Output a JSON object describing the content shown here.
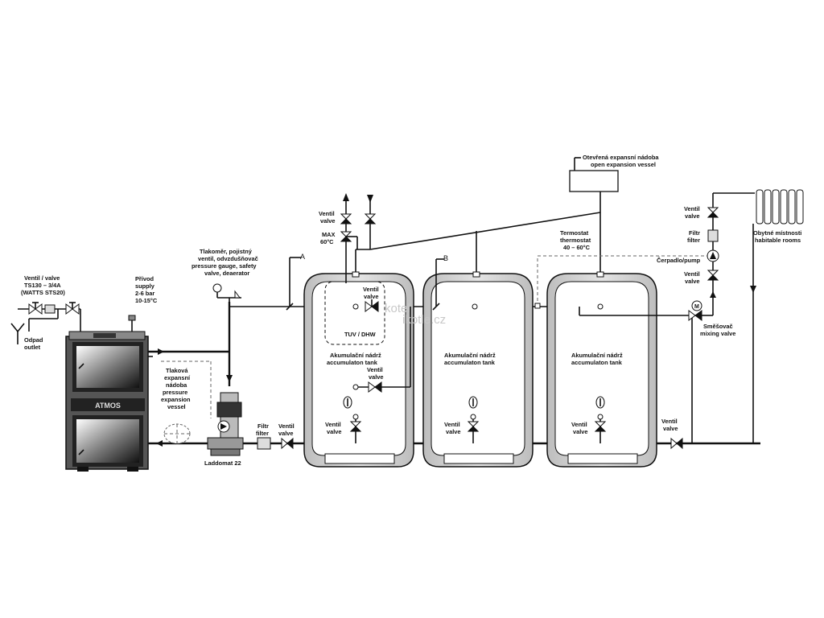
{
  "boiler": {
    "brand": "ATMOS"
  },
  "labels": {
    "ventil_ts130": [
      "Ventil / valve",
      "TS130 – 3/4A",
      "(WATTS STS20)"
    ],
    "odpad": [
      "Odpad",
      "outlet"
    ],
    "privod": [
      "Přívod",
      "supply",
      "2-6 bar",
      "10-15°C"
    ],
    "tlakomer": [
      "Tlakoměr, pojistný",
      "ventil, odvzdušňovač",
      "pressure gauge, safety",
      "valve, deaerator"
    ],
    "point_a": "A",
    "point_b": "B",
    "ventil_top": [
      "Ventil",
      "valve"
    ],
    "max60": [
      "MAX",
      "60°C"
    ],
    "dhw_valve": [
      "Ventil",
      "valve"
    ],
    "tuv": "TUV / DHW",
    "tank1": [
      "Akumulační nádrž",
      "accumulaton tank"
    ],
    "tank2": [
      "Akumulační nádrž",
      "accumulaton tank"
    ],
    "tank3": [
      "Akumulační nádrž",
      "accumulaton tank"
    ],
    "ventil_tank1_mid": [
      "Ventil",
      "valve"
    ],
    "ventil_tank1_bottom": [
      "Ventil",
      "valve"
    ],
    "ventil_tank2_bottom": [
      "Ventil",
      "valve"
    ],
    "ventil_tank3_bottom": [
      "Ventil",
      "valve"
    ],
    "expansion_open": [
      "Otevřená expansní nádoba",
      "open expansion vessel"
    ],
    "termostat": [
      "Termostat",
      "thermostat",
      "40 – 60°C"
    ],
    "tlakova": [
      "Tlaková",
      "expansní",
      "nádoba",
      "pressure",
      "expansion",
      "vessel"
    ],
    "laddomat": "Laddomat 22",
    "filtr_bottom": [
      "Filtr",
      "filter"
    ],
    "ventil_bottom": [
      "Ventil",
      "valve"
    ],
    "ventil_right_top": [
      "Ventil",
      "valve"
    ],
    "filtr_right": [
      "Filtr",
      "filter"
    ],
    "cerpadlo": "Čerpadlo/pump",
    "ventil_right_mid": [
      "Ventil",
      "valve"
    ],
    "smesovac": [
      "Směšovač",
      "mixing valve"
    ],
    "ventil_right_bottom": [
      "Ventil",
      "valve"
    ],
    "obytne": [
      "Obytné místnosti",
      "habitable rooms"
    ],
    "motor": "M"
  },
  "watermark": [
    "kotel",
    "ikotle.cz"
  ]
}
